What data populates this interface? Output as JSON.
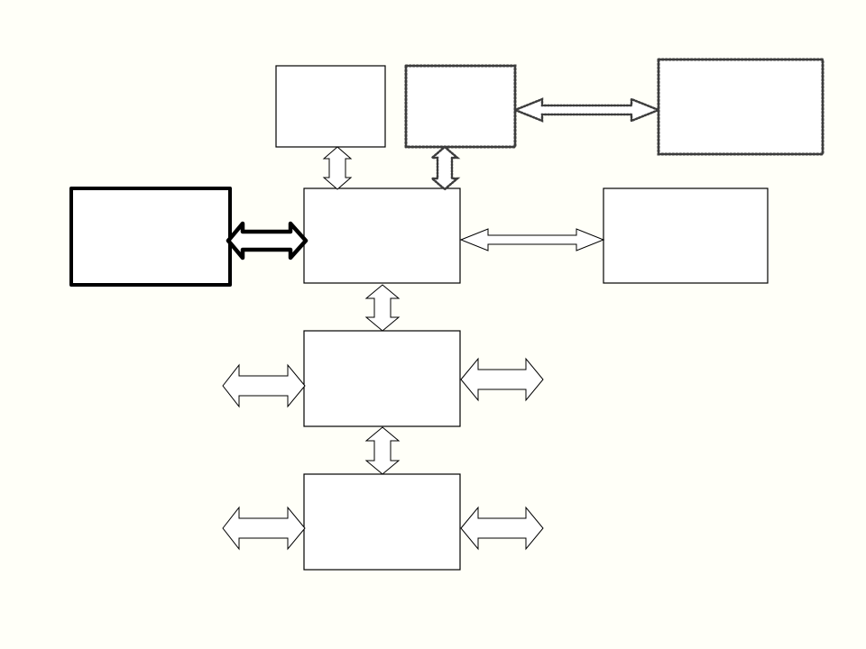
{
  "colors": {
    "background": "#fffff8",
    "box_fill": "#ffffff",
    "stroke": "#000000",
    "dotted_stroke": "#3c3c3c",
    "arrow_fill": "#ffffff"
  },
  "diagram": {
    "boxes": [
      {
        "id": "top-left-box",
        "label": ""
      },
      {
        "id": "top-middle-dotted-box",
        "label": ""
      },
      {
        "id": "top-right-dotted-box",
        "label": ""
      },
      {
        "id": "left-bold-box",
        "label": ""
      },
      {
        "id": "central-box",
        "label": ""
      },
      {
        "id": "right-box",
        "label": ""
      },
      {
        "id": "middle-box",
        "label": ""
      },
      {
        "id": "bottom-box",
        "label": ""
      }
    ]
  }
}
